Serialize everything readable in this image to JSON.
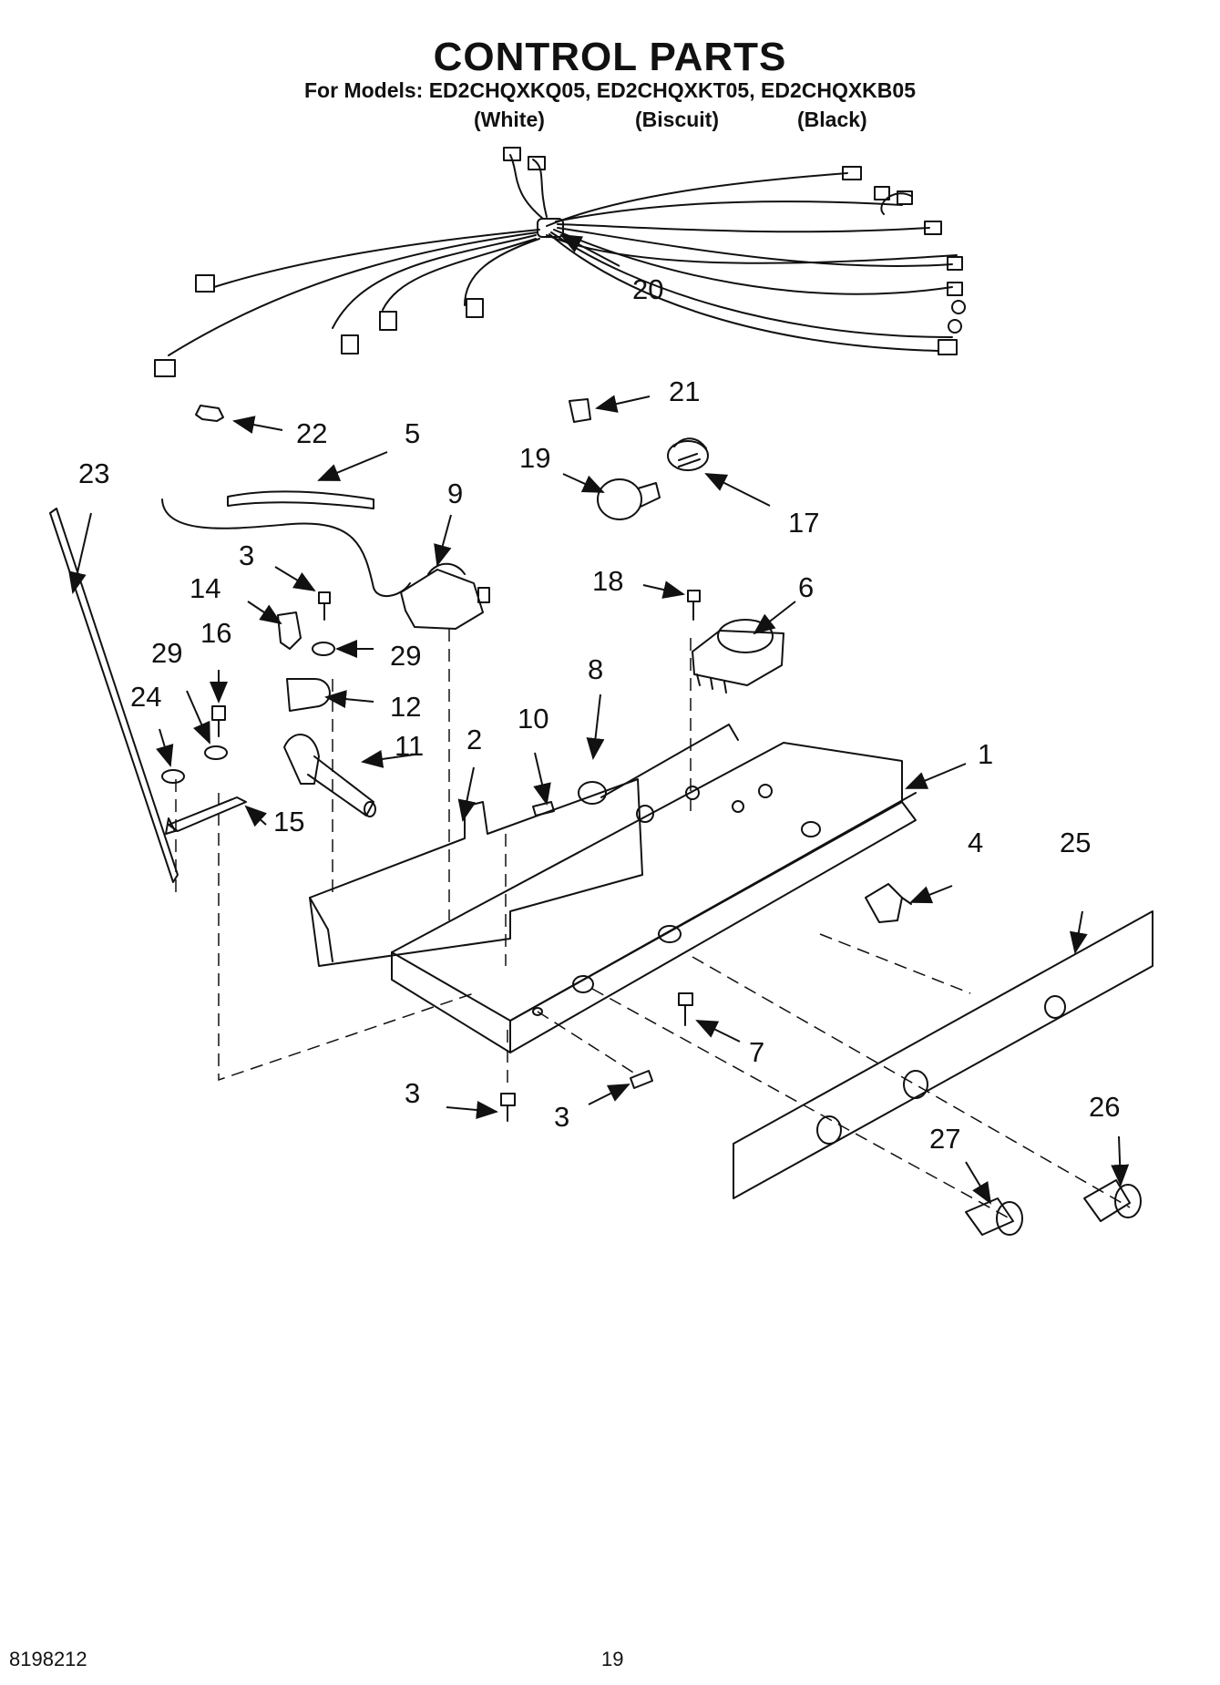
{
  "header": {
    "title": "CONTROL PARTS",
    "models_line": "For Models: ED2CHQXKQ05, ED2CHQXKT05, ED2CHQXKB05",
    "variants": [
      "(White)",
      "(Biscuit)",
      "(Black)"
    ]
  },
  "callouts": [
    "20",
    "21",
    "22",
    "5",
    "23",
    "19",
    "17",
    "9",
    "3",
    "18",
    "6",
    "14",
    "16",
    "29",
    "29",
    "12",
    "8",
    "24",
    "10",
    "2",
    "11",
    "1",
    "15",
    "4",
    "25",
    "7",
    "3",
    "3",
    "26",
    "27"
  ],
  "footer": {
    "doc_number": "8198212",
    "page_number": "19"
  }
}
